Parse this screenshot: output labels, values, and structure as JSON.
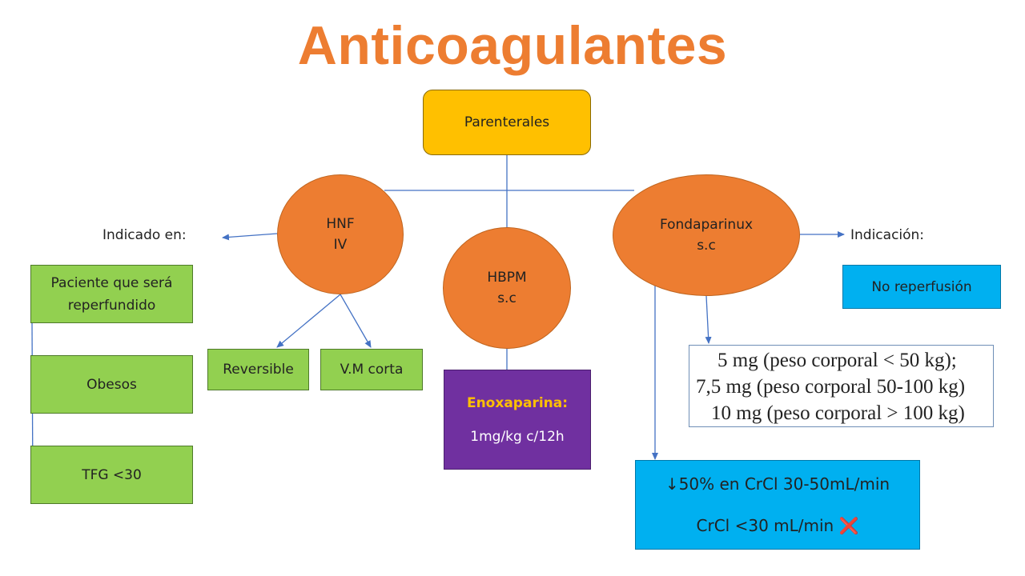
{
  "title": "Anticoagulantes",
  "root": {
    "label": "Parenterales"
  },
  "hnf": {
    "line1": "HNF",
    "line2": "IV"
  },
  "hbpm": {
    "line1": "HBPM",
    "line2": "s.c"
  },
  "fondaparinux": {
    "line1": "Fondaparinux",
    "line2": "s.c"
  },
  "indicado_en": {
    "label": "Indicado en:",
    "items": [
      {
        "line1": "Paciente que será",
        "line2": "reperfundido"
      },
      {
        "line1": "Obesos",
        "line2": ""
      },
      {
        "line1": "TFG <30",
        "line2": ""
      }
    ]
  },
  "hnf_features": [
    "Reversible",
    "V.M corta"
  ],
  "enoxaparina": {
    "heading": "Enoxaparina:",
    "dose": "1mg/kg c/12h"
  },
  "indicacion": {
    "label": "Indicación:",
    "value": "No reperfusión"
  },
  "fonda_dosing": [
    "5 mg (peso corporal < 50 kg);",
    "7,5 mg (peso corporal 50-100 kg)",
    "10 mg (peso corporal > 100 kg)"
  ],
  "renal": {
    "line1": "↓50%  en CrCl 30-50mL/min",
    "line2": "CrCl <30 mL/min ❌"
  },
  "colors": {
    "title": "#ED7D31",
    "root": "#FFC000",
    "ellipse": "#ED7D31",
    "green": "#92D050",
    "purple": "#7030A0",
    "blue": "#00B0F0",
    "connector": "#4472C4"
  }
}
